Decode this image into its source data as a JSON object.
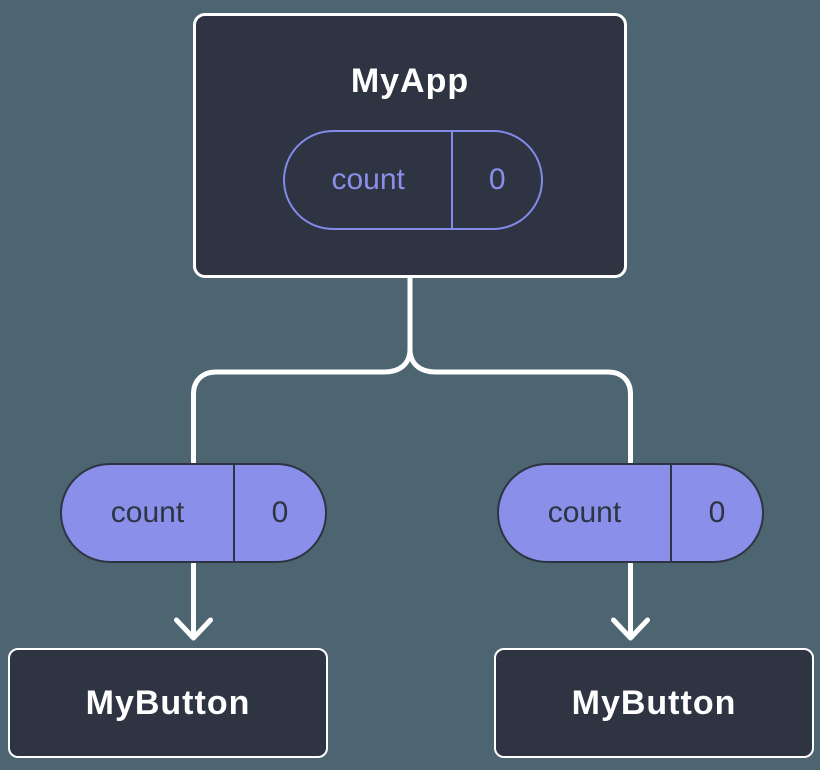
{
  "diagram": {
    "type": "component-tree",
    "colors": {
      "background": "#4c6570",
      "node_fill": "#2e3442",
      "node_border": "#ffffff",
      "pill_fill": "#8a8fe9",
      "pill_accent": "#838ae9",
      "pill_text_dark": "#2e3442",
      "connector": "#ffffff"
    },
    "root": {
      "name": "MyApp",
      "state": {
        "name": "count",
        "value": "0"
      }
    },
    "children": [
      {
        "name": "MyButton",
        "prop": {
          "name": "count",
          "value": "0"
        }
      },
      {
        "name": "MyButton",
        "prop": {
          "name": "count",
          "value": "0"
        }
      }
    ]
  }
}
